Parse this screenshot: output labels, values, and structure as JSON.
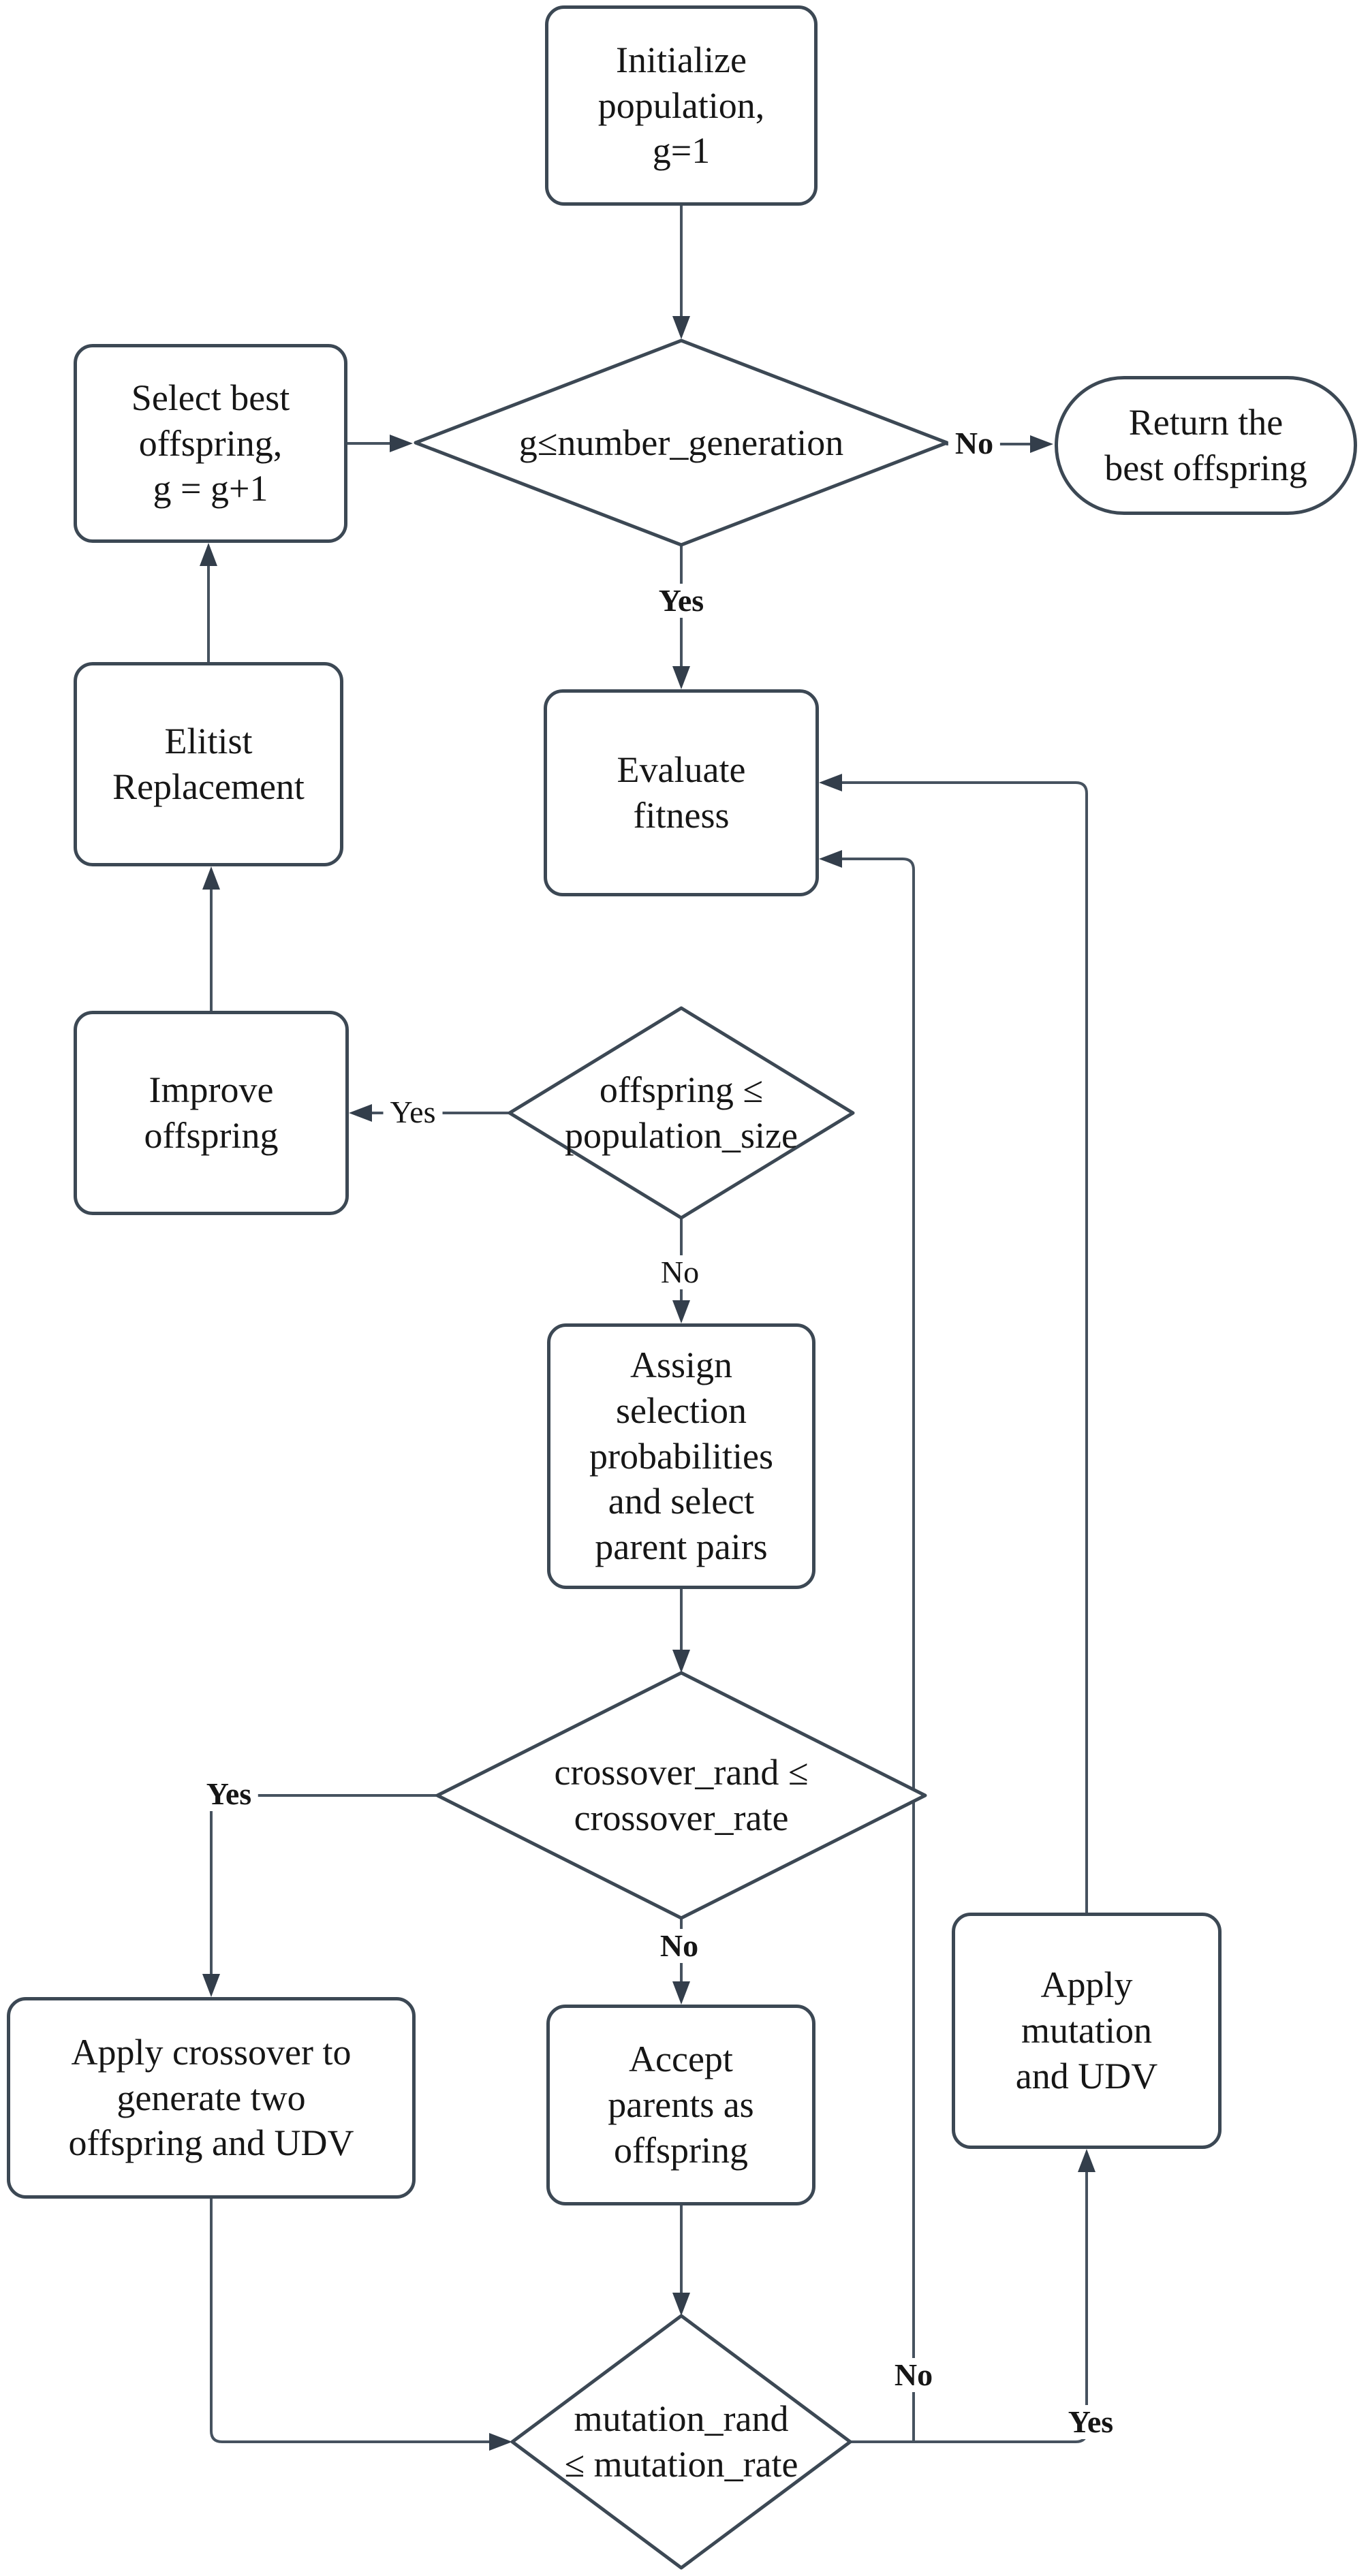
{
  "diagram": {
    "colors": {
      "background": "#ffffff",
      "node_fill": "#ffffff",
      "node_border": "#3c4854",
      "connector": "#46525f",
      "arrowhead": "#333e4b",
      "text": "#161616"
    },
    "nodes": {
      "initialize": "Initialize\npopulation,\ng=1",
      "generation_check": "g≤number_generation",
      "select_best": "Select best\noffspring,\ng = g+1",
      "return_best": "Return the\nbest offspring",
      "evaluate": "Evaluate\nfitness",
      "elitist": "Elitist\nReplacement",
      "offspring_check": "offspring ≤\npopulation_size",
      "improve": "Improve\noffspring",
      "assign": "Assign\nselection\nprobabilities\nand select\nparent pairs",
      "crossover_check": "crossover_rand ≤\ncrossover_rate",
      "apply_crossover": "Apply crossover to\ngenerate two\noffspring and UDV",
      "accept_parents": "Accept\nparents as\noffspring",
      "apply_mutation": "Apply\nmutation\nand UDV",
      "mutation_check": "mutation_rand\n≤ mutation_rate"
    },
    "edge_labels": {
      "generation_no": "No",
      "generation_yes": "Yes",
      "offspring_yes": "Yes",
      "offspring_no": "No",
      "crossover_yes": "Yes",
      "crossover_no": "No",
      "mutation_no": "No",
      "mutation_yes": "Yes"
    }
  }
}
